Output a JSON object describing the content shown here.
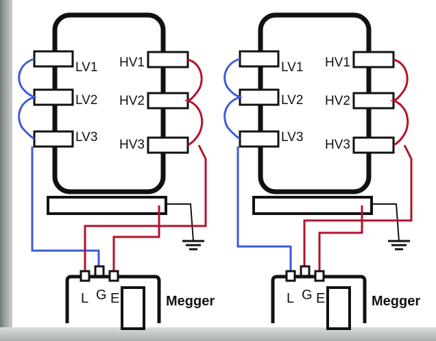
{
  "diagrams": [
    {
      "lv_labels": [
        "LV1",
        "LV2",
        "LV3"
      ],
      "hv_labels": [
        "HV1",
        "HV2",
        "HV3"
      ],
      "terminals": [
        "L",
        "G",
        "E"
      ],
      "instrument": "Megger"
    },
    {
      "lv_labels": [
        "LV1",
        "LV2",
        "LV3"
      ],
      "hv_labels": [
        "HV1",
        "HV2",
        "HV3"
      ],
      "terminals": [
        "L",
        "G",
        "E"
      ],
      "instrument": "Megger"
    }
  ],
  "colors": {
    "lv_link": "#3a5bd6",
    "hv_link": "#b3122a",
    "outline": "#111111"
  }
}
